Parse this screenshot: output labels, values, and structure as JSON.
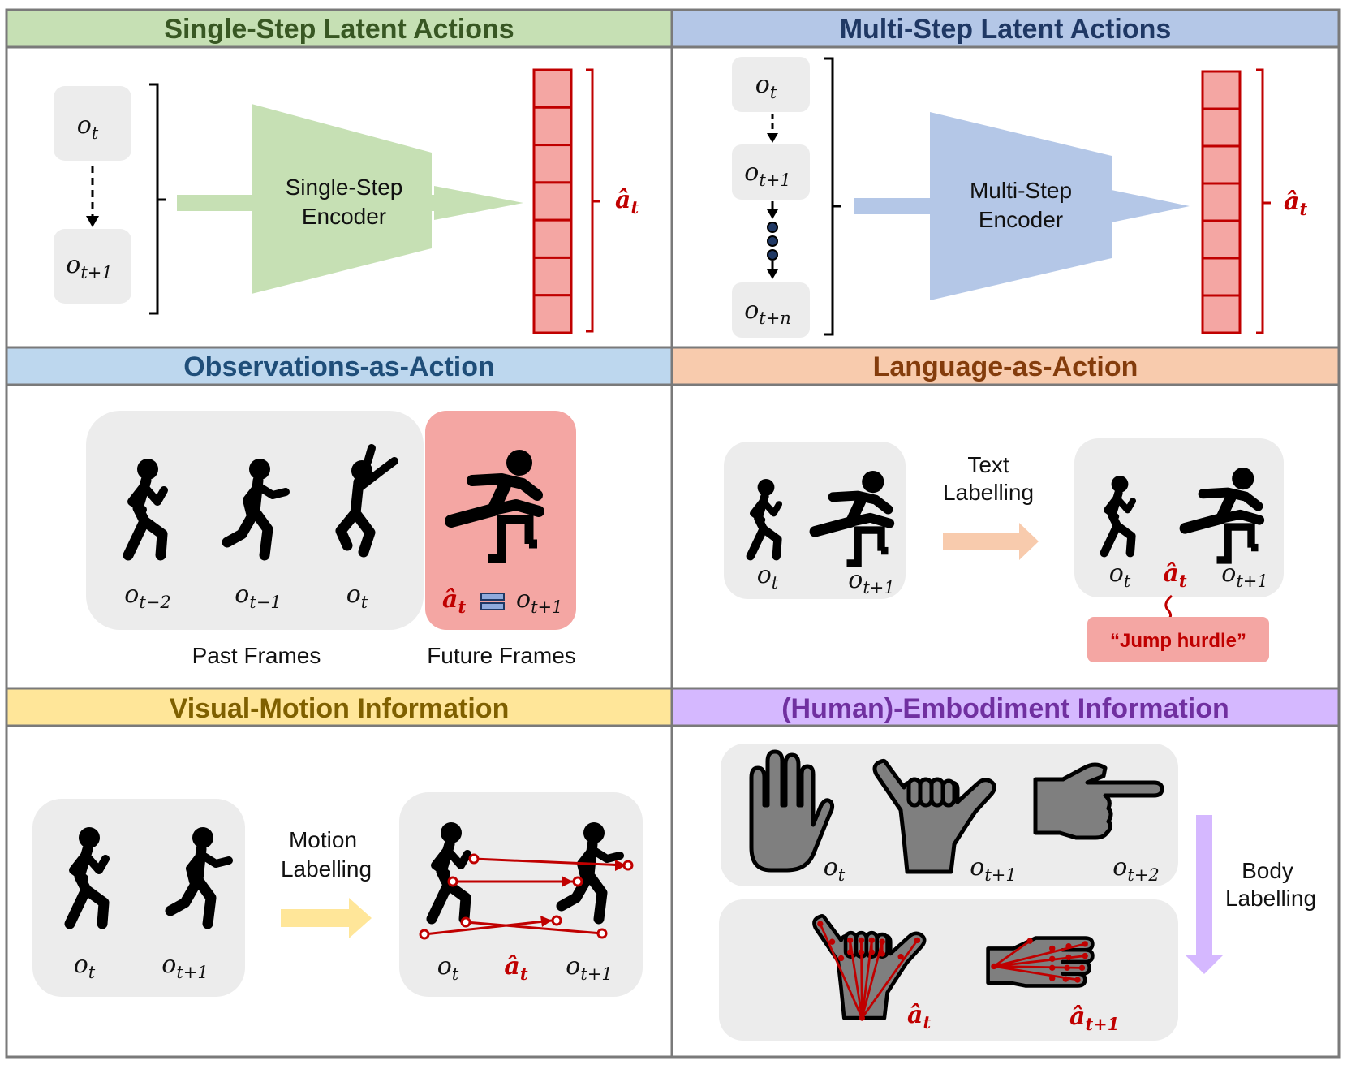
{
  "panels": {
    "single_step": {
      "title": "Single-Step Latent Actions",
      "header_color": "#c6e0b4",
      "title_color": "#385723",
      "encoder_label": [
        "Single-Step",
        "Encoder"
      ],
      "inputs": [
        {
          "base": "o",
          "sub": "t"
        },
        {
          "base": "o",
          "sub": "t+1"
        }
      ],
      "output": {
        "base": "â",
        "sub": "t"
      }
    },
    "multi_step": {
      "title": "Multi-Step Latent Actions",
      "header_color": "#b4c7e7",
      "title_color": "#1f3864",
      "encoder_label": [
        "Multi-Step",
        "Encoder"
      ],
      "inputs": [
        {
          "base": "o",
          "sub": "t"
        },
        {
          "base": "o",
          "sub": "t+1"
        },
        {
          "base": "o",
          "sub": "t+n"
        }
      ],
      "output": {
        "base": "â",
        "sub": "t"
      }
    },
    "observations": {
      "title": "Observations-as-Action",
      "header_color": "#bdd7ee",
      "title_color": "#1f4e79",
      "frames": [
        {
          "base": "o",
          "sub": "t−2"
        },
        {
          "base": "o",
          "sub": "t−1"
        },
        {
          "base": "o",
          "sub": "t"
        }
      ],
      "future": {
        "a_base": "â",
        "a_sub": "t",
        "o_base": "o",
        "o_sub": "t+1"
      },
      "past_label": "Past Frames",
      "future_label": "Future Frames"
    },
    "language": {
      "title": "Language-as-Action",
      "header_color": "#f8cbad",
      "title_color": "#843c0c",
      "arrow_label": [
        "Text",
        "Labelling"
      ],
      "left": [
        {
          "base": "o",
          "sub": "t"
        },
        {
          "base": "o",
          "sub": "t+1"
        }
      ],
      "right": [
        {
          "base": "o",
          "sub": "t"
        },
        {
          "base": "â",
          "sub": "t"
        },
        {
          "base": "o",
          "sub": "t+1"
        }
      ],
      "quote": "“Jump hurdle”"
    },
    "visual_motion": {
      "title": "Visual-Motion Information",
      "header_color": "#ffe699",
      "title_color": "#7f6000",
      "arrow_label": [
        "Motion",
        "Labelling"
      ],
      "left": [
        {
          "base": "o",
          "sub": "t"
        },
        {
          "base": "o",
          "sub": "t+1"
        }
      ],
      "right": [
        {
          "base": "o",
          "sub": "t"
        },
        {
          "base": "â",
          "sub": "t"
        },
        {
          "base": "o",
          "sub": "t+1"
        }
      ]
    },
    "embodiment": {
      "title": "(Human)-Embodiment Information",
      "header_color": "#d5b8ff",
      "title_color": "#7030a0",
      "arrow_label": [
        "Body",
        "Labelling"
      ],
      "top": [
        {
          "base": "o",
          "sub": "t"
        },
        {
          "base": "o",
          "sub": "t+1"
        },
        {
          "base": "o",
          "sub": "t+2"
        }
      ],
      "bottom": [
        {
          "base": "â",
          "sub": "t"
        },
        {
          "base": "â",
          "sub": "t+1"
        }
      ]
    }
  },
  "colors": {
    "red_fill": "#f4a6a3",
    "red_stroke": "#c00000",
    "grey_box": "#ececec",
    "green_encoder": "#c6e0b4",
    "blue_encoder": "#b4c7e7",
    "orange_arrow": "#f8cbad",
    "yellow_arrow": "#ffe699",
    "purple_arrow": "#d5b8ff"
  }
}
